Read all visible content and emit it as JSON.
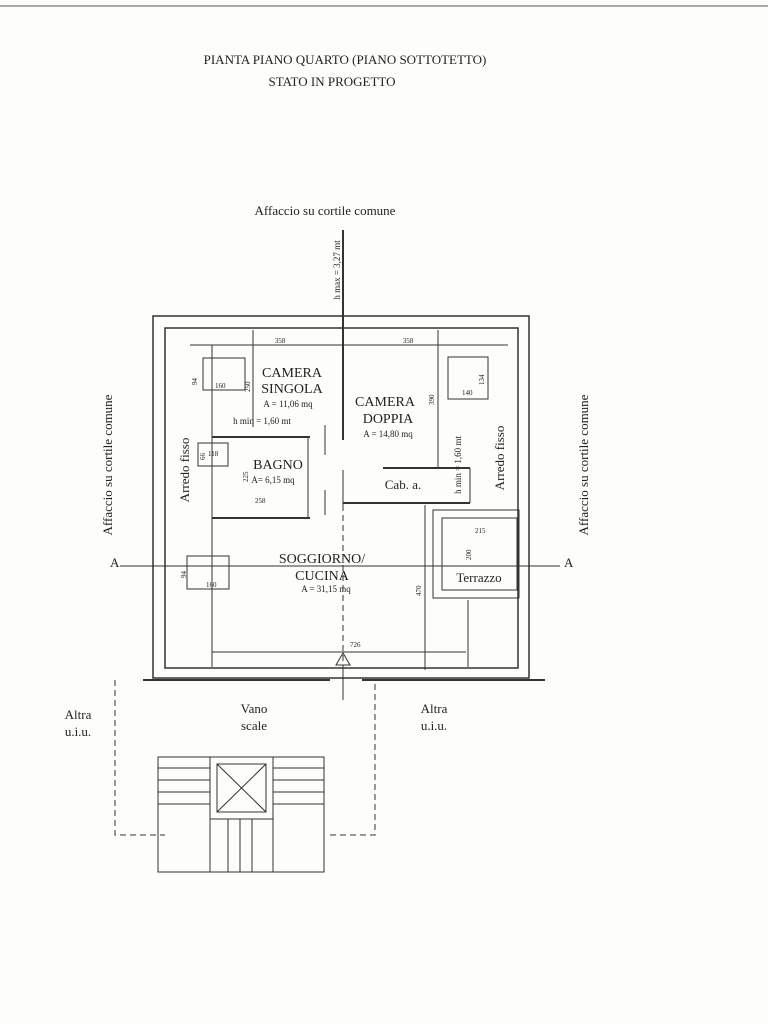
{
  "title": {
    "line1": "PIANTA PIANO QUARTO (PIANO SOTTOTETTO)",
    "line2": "STATO IN PROGETTO"
  },
  "labels": {
    "affaccio_top": "Affaccio su cortile comune",
    "affaccio_left": "Affaccio su cortile comune",
    "affaccio_right": "Affaccio su cortile comune",
    "h_max": "h max = 3,27 mt",
    "arredo_left": "Arredo fisso",
    "arredo_right": "Arredo fisso",
    "section_left": "A",
    "section_right": "A",
    "altra_left": [
      "Altra",
      "u.i.u."
    ],
    "altra_right": [
      "Altra",
      "u.i.u."
    ],
    "vano_scale": [
      "Vano",
      "scale"
    ]
  },
  "rooms": {
    "camera_singola": {
      "name": [
        "CAMERA",
        "SINGOLA"
      ],
      "area": "A = 11,06 mq",
      "h_min": "h min = 1,60 mt"
    },
    "camera_doppia": {
      "name": [
        "CAMERA",
        "DOPPIA"
      ],
      "area": "A = 14,80 mq",
      "h_min": "h min = 1,60 mt"
    },
    "bagno": {
      "name": "BAGNO",
      "area": "A= 6,15 mq"
    },
    "cabina": {
      "name": "Cab. a."
    },
    "soggiorno": {
      "name": [
        "SOGGIORNO/",
        "CUCINA"
      ],
      "area": "A = 31,15 mq"
    },
    "terrazzo": {
      "name": "Terrazzo"
    }
  },
  "dimensions": {
    "singola_width": "358",
    "doppia_width": "358",
    "bed1_w": "160",
    "bed1_h": "94",
    "singola_depth": "250",
    "bed2_w": "140",
    "bed2_h": "134",
    "doppia_depth": "390",
    "bath_fix_w": "118",
    "bath_fix_h": "66",
    "bath_depth": "225",
    "bath_width": "258",
    "terr_w": "215",
    "terr_h": "200",
    "soggiorno_depth": "470",
    "table_w": "160",
    "table_h": "94",
    "soggiorno_width": "726"
  }
}
